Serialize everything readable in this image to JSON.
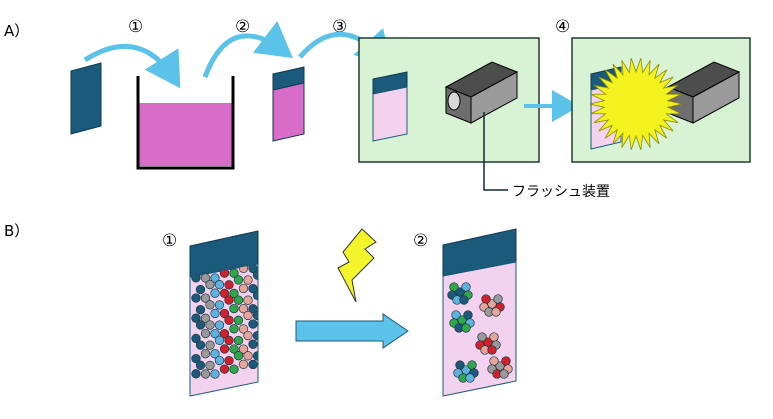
{
  "panel_a": {
    "label": "A）",
    "steps": [
      "①",
      "②",
      "③",
      "④"
    ],
    "device_label": "フラッシュ装置"
  },
  "panel_b": {
    "label": "B）",
    "steps": [
      "①",
      "②"
    ]
  },
  "colors": {
    "dark_teal": "#1b5a7a",
    "magenta": "#d76cc9",
    "light_pink": "#f2d2ee",
    "panel_green": "#d8f2d4",
    "arrow_blue": "#5bc2ea",
    "flash_yellow": "#f2f21e",
    "bolt_yellow": "#f4f42a",
    "device_gray": "#9a9a9a"
  },
  "icons": [
    "curved-arrow-icon",
    "flash-device-icon",
    "starburst-flash-icon",
    "lightning-bolt-icon",
    "right-arrow-icon"
  ]
}
